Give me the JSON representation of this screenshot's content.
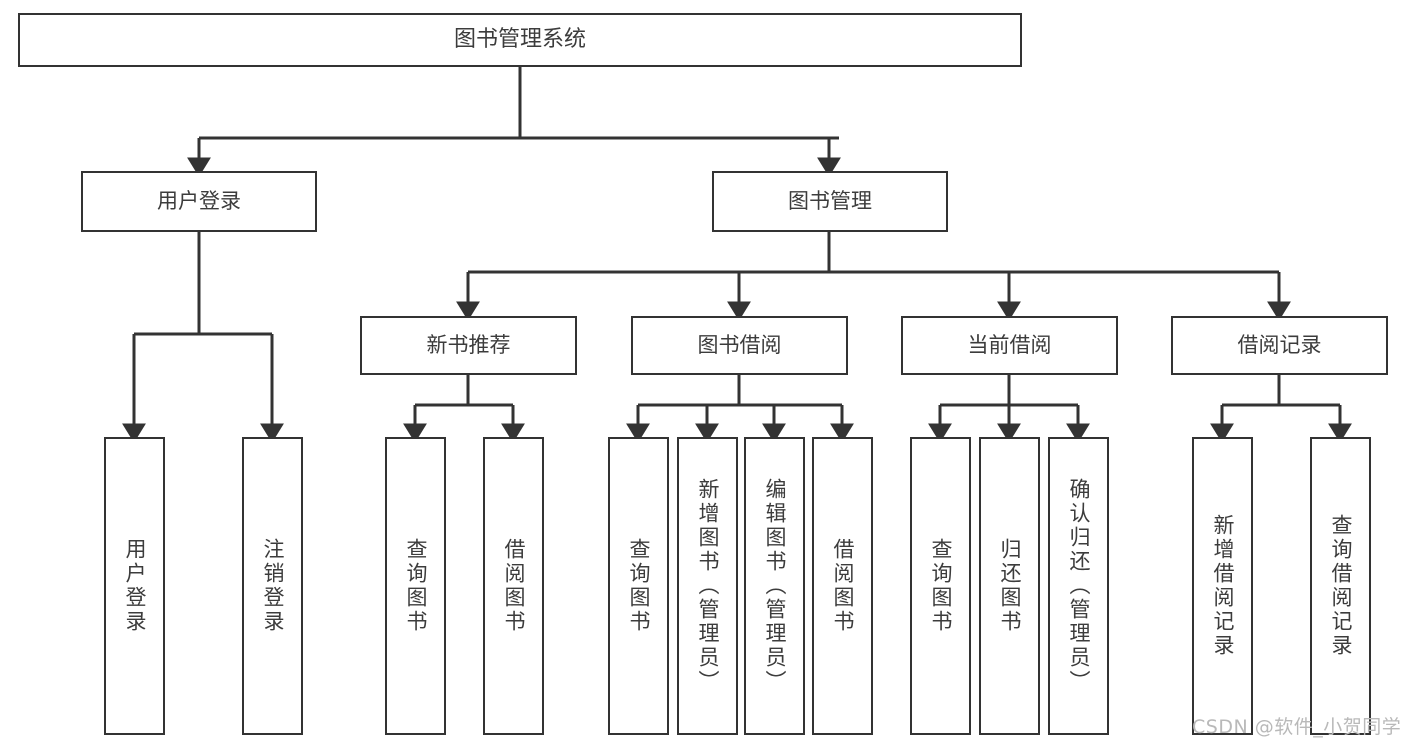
{
  "diagram": {
    "title": "图书管理系统",
    "type": "tree-hierarchy-chart",
    "root": {
      "label": "图书管理系统"
    },
    "level2": [
      {
        "label": "用户登录"
      },
      {
        "label": "图书管理"
      }
    ],
    "level3": [
      {
        "label": "新书推荐"
      },
      {
        "label": "图书借阅"
      },
      {
        "label": "当前借阅"
      },
      {
        "label": "借阅记录"
      }
    ],
    "leaves": {
      "user_login": [
        {
          "label": "用户登录"
        },
        {
          "label": "注销登录"
        }
      ],
      "new_book_recommend": [
        {
          "label": "查询图书"
        },
        {
          "label": "借阅图书"
        }
      ],
      "book_borrow": [
        {
          "label": "查询图书"
        },
        {
          "label": "新增图书（管理员）"
        },
        {
          "label": "编辑图书（管理员）"
        },
        {
          "label": "借阅图书"
        }
      ],
      "current_borrow": [
        {
          "label": "查询图书"
        },
        {
          "label": "归还图书"
        },
        {
          "label": "确认归还（管理员）"
        }
      ],
      "borrow_record": [
        {
          "label": "新增借阅记录"
        },
        {
          "label": "查询借阅记录"
        }
      ]
    }
  },
  "watermark": {
    "text": "CSDN @软件_小贺同学"
  },
  "colors": {
    "border": "#333333",
    "text": "#3c3c3c",
    "background": "#ffffff",
    "wire": "#333333",
    "watermark": "#b9b9b9"
  }
}
